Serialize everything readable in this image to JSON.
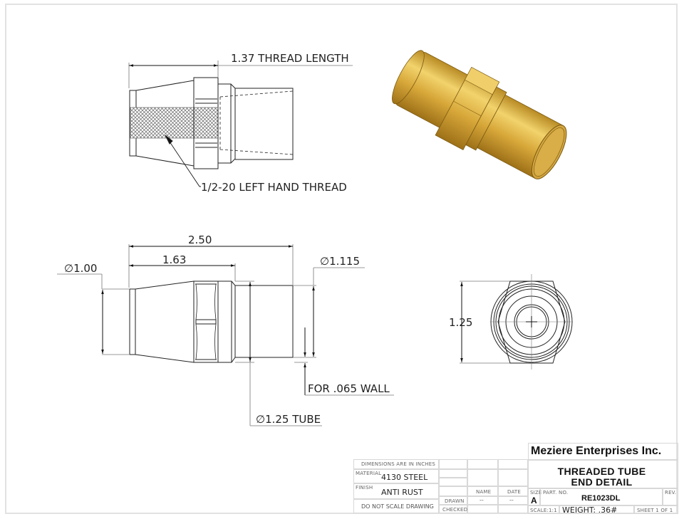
{
  "top_view": {
    "dim_thread_length": "1.37 THREAD LENGTH",
    "callout_thread": "1/2-20 LEFT HAND THREAD"
  },
  "side_view": {
    "dim_overall_length": "2.50",
    "dim_to_collar": "1.63",
    "dim_end_diameter": "∅1.00",
    "dim_tube_od": "∅1.115",
    "callout_wall": "FOR .065 WALL",
    "callout_tube": "∅1.25 TUBE"
  },
  "end_view": {
    "dim_across_flats": "1.25"
  },
  "iso_view": {
    "material_color": "#d4a437",
    "highlight_color": "#f3d77a",
    "shadow_color": "#a97a1c"
  },
  "title_block": {
    "company": "Meziere Enterprises Inc.",
    "title_line1": "THREADED TUBE",
    "title_line2": "END DETAIL",
    "dimensions_note": "DIMENSIONS ARE IN INCHES",
    "material_label": "MATERIAL",
    "material_value": "4130 STEEL",
    "finish_label": "FINISH",
    "finish_value": "ANTI RUST",
    "scale_note": "DO NOT SCALE DRAWING",
    "name_header": "NAME",
    "date_header": "DATE",
    "drawn_label": "DRAWN",
    "drawn_name": "--",
    "drawn_date": "--",
    "checked_label": "CHECKED",
    "size_label": "SIZE",
    "size_value": "A",
    "part_no_label": "PART. NO.",
    "part_no_value": "RE1023DL",
    "rev_label": "REV.",
    "scale_label": "SCALE:1:1",
    "weight": "WEIGHT: .36#",
    "sheet": "SHEET 1 OF 1"
  }
}
